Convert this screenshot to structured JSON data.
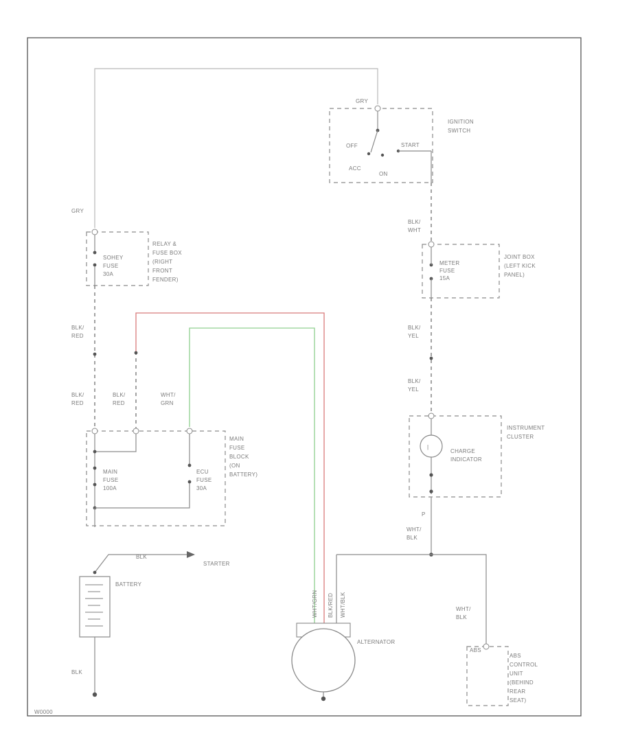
{
  "ignition_switch": {
    "label_line1": "IGNITION",
    "label_line2": "SWITCH",
    "top_wire": "GRY",
    "pos_off": "OFF",
    "pos_acc": "ACC",
    "pos_on": "ON",
    "pos_start": "START"
  },
  "relay_fuse_box": {
    "label_lines": [
      "RELAY &",
      "FUSE BOX",
      "(RIGHT",
      "FRONT",
      "FENDER)"
    ],
    "fuse_lines": [
      "SOHEY",
      "FUSE",
      "30A"
    ],
    "top_wire": "GRY"
  },
  "joint_box": {
    "label_lines": [
      "JOINT BOX",
      "(LEFT KICK",
      "PANEL)"
    ],
    "fuse_lines": [
      "METER",
      "FUSE",
      "15A"
    ],
    "top_wire_lines": [
      "BLK/",
      "WHT"
    ]
  },
  "wires": {
    "blk_red_1": [
      "BLK/",
      "RED"
    ],
    "blk_red_2": [
      "BLK/",
      "RED"
    ],
    "blk_red_3": [
      "BLK/",
      "RED"
    ],
    "wht_grn": [
      "WHT/",
      "GRN"
    ],
    "blk_yel_1": [
      "BLK/",
      "YEL"
    ],
    "blk_yel_2": [
      "BLK/",
      "YEL"
    ],
    "wht_blk_1": [
      "WHT/",
      "BLK"
    ],
    "wht_blk_2": [
      "WHT/",
      "BLK"
    ],
    "wire_p": "P",
    "battery_pos": "BLK",
    "battery_neg": "BLK",
    "alt_1": "WHT/GRN",
    "alt_2": "BLK/RED",
    "alt_3": "WHT/BLK"
  },
  "main_fuse_block": {
    "label_lines": [
      "MAIN",
      "FUSE",
      "BLOCK",
      "(ON",
      "BATTERY)"
    ],
    "main_fuse": [
      "MAIN",
      "FUSE",
      "100A"
    ],
    "ecu_fuse": [
      "ECU",
      "FUSE",
      "30A"
    ]
  },
  "instrument_cluster": {
    "label_lines": [
      "INSTRUMENT",
      "CLUSTER"
    ],
    "indicator_lines": [
      "CHARGE",
      "INDICATOR"
    ]
  },
  "battery": {
    "label": "BATTERY"
  },
  "starter": {
    "label": "STARTER"
  },
  "alternator": {
    "label": "ALTERNATOR"
  },
  "abs_unit": {
    "top": "ABS",
    "label_lines": [
      "ABS",
      "CONTROL",
      "UNIT",
      "(BEHIND",
      "REAR",
      "SEAT)"
    ]
  },
  "footer_id": "W0000"
}
